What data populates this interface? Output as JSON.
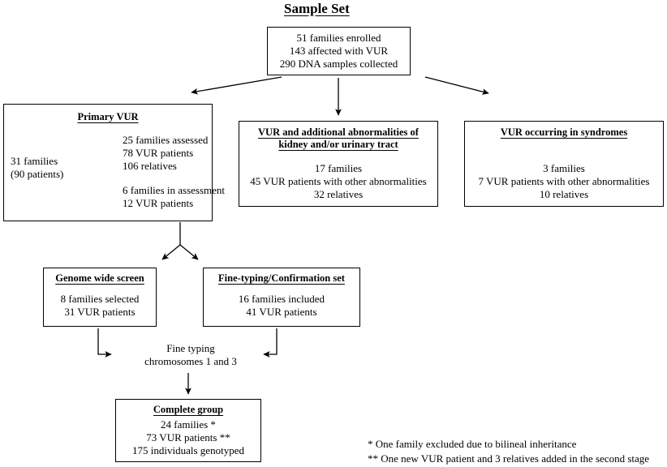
{
  "figure": {
    "title": "Sample Set"
  },
  "nodes": {
    "sample_set": {
      "lines": [
        "51 families enrolled",
        "143 affected with VUR",
        "290 DNA samples collected"
      ]
    },
    "primary_vur": {
      "header": "Primary VUR",
      "left_lines": [
        "31 families",
        "(90 patients)"
      ],
      "branch_a": [
        "25 families assessed",
        "78 VUR patients",
        "106 relatives"
      ],
      "branch_b": [
        "6 families in assessment",
        "12 VUR patients"
      ]
    },
    "vur_additional": {
      "header_line1": "VUR and additional abnormalities of",
      "header_line2": "kidney and/or urinary tract",
      "lines": [
        "17 families",
        "45 VUR patients with other abnormalities",
        "32 relatives"
      ]
    },
    "vur_syndromes": {
      "header": "VUR occurring in syndromes",
      "lines": [
        "3 families",
        "7 VUR patients with other abnormalities",
        "10 relatives"
      ]
    },
    "genome_screen": {
      "header": "Genome wide screen",
      "lines": [
        "8 families selected",
        "31 VUR patients"
      ]
    },
    "fine_typing_set": {
      "header": "Fine-typing/Confirmation set",
      "lines": [
        "16 families included",
        "41 VUR patients"
      ]
    },
    "fine_typing_step": {
      "lines": [
        "Fine typing",
        "chromosomes 1 and 3"
      ]
    },
    "complete_group": {
      "header": "Complete group",
      "lines": [
        "24 families *",
        "73 VUR patients **",
        "175 individuals genotyped"
      ]
    }
  },
  "footnotes": [
    "*  One family excluded due to bilineal inheritance",
    "** One new VUR patient and 3 relatives added in the second stage"
  ],
  "colors": {
    "ink": "#000000",
    "background": "#ffffff"
  }
}
